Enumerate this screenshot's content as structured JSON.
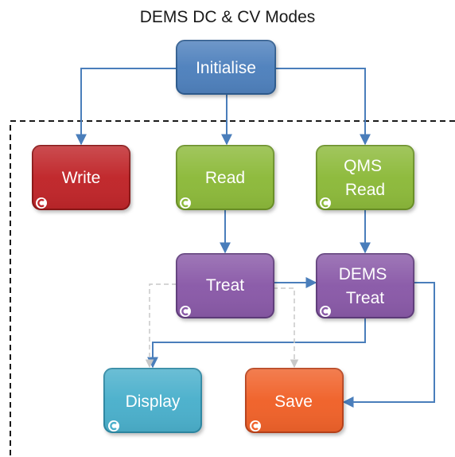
{
  "title": "DEMS DC & CV Modes",
  "nodes": {
    "initialise": {
      "label": "Initialise",
      "fill": "#4f81bd",
      "stroke": "#2f5b8f"
    },
    "write": {
      "label": "Write",
      "fill": "#c0252b",
      "stroke": "#8c1519"
    },
    "read": {
      "label": "Read",
      "fill": "#8dba3b",
      "stroke": "#6a9126"
    },
    "qms_read": {
      "lines": [
        "QMS",
        "Read"
      ],
      "fill": "#8dba3b",
      "stroke": "#6a9126"
    },
    "treat": {
      "label": "Treat",
      "fill": "#8a5aa8",
      "stroke": "#603c7c"
    },
    "dems_treat": {
      "lines": [
        "DEMS",
        "Treat"
      ],
      "fill": "#8a5aa8",
      "stroke": "#603c7c"
    },
    "display": {
      "label": "Display",
      "fill": "#4bb0cc",
      "stroke": "#2e88a3"
    },
    "save": {
      "label": "Save",
      "fill": "#f0622c",
      "stroke": "#b8431a"
    }
  },
  "colors": {
    "arrow": "#4a7ebb",
    "dashed_arrow": "#c8c8c8",
    "boundary": "#1a1a1a"
  },
  "icons": {
    "node_badge": "cycle-icon"
  }
}
